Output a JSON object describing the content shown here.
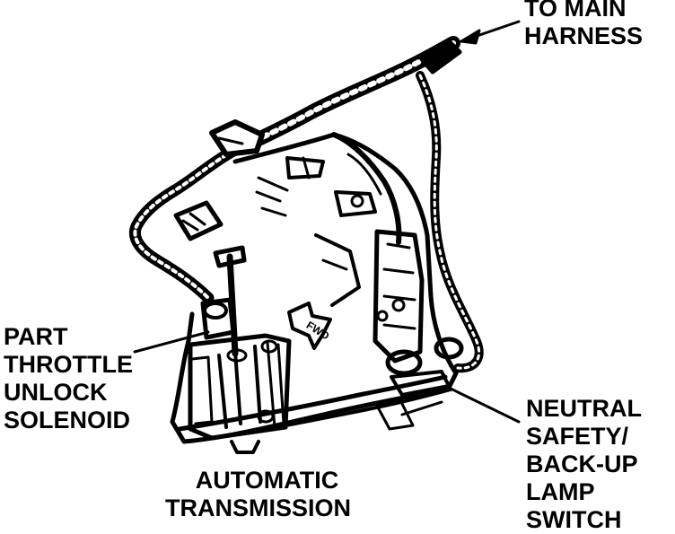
{
  "labels": {
    "main_harness": [
      "TO MAIN",
      "HARNESS"
    ],
    "ptu_solenoid": [
      "PART",
      "THROTTLE",
      "UNLOCK",
      "SOLENOID"
    ],
    "transmission": [
      "AUTOMATIC",
      "TRANSMISSION"
    ],
    "nss_switch": [
      "NEUTRAL",
      "SAFETY/",
      "BACK-UP",
      "LAMP",
      "SWITCH"
    ],
    "fwd_arrow": "FWD"
  },
  "colors": {
    "ink": "#000000",
    "paper": "#ffffff"
  }
}
